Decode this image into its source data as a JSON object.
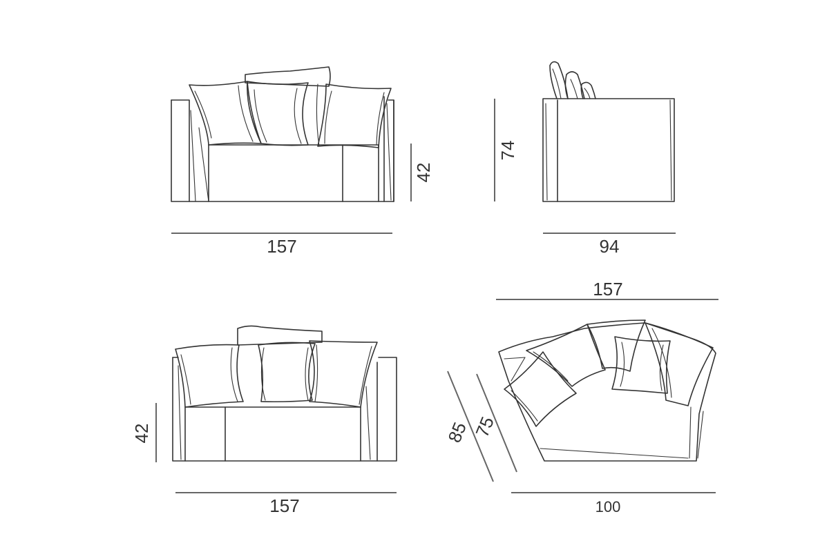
{
  "colors": {
    "line": "#333333",
    "dimension": "#666666",
    "background": "#ffffff"
  },
  "views": {
    "front_top": {
      "width": "157",
      "seat_height": "42"
    },
    "side": {
      "depth": "94",
      "height": "74"
    },
    "front_bottom": {
      "width": "157",
      "seat_height": "42"
    },
    "corner": {
      "width": "157",
      "front_width": "100",
      "depth_outer": "85",
      "depth_inner": "75"
    }
  }
}
